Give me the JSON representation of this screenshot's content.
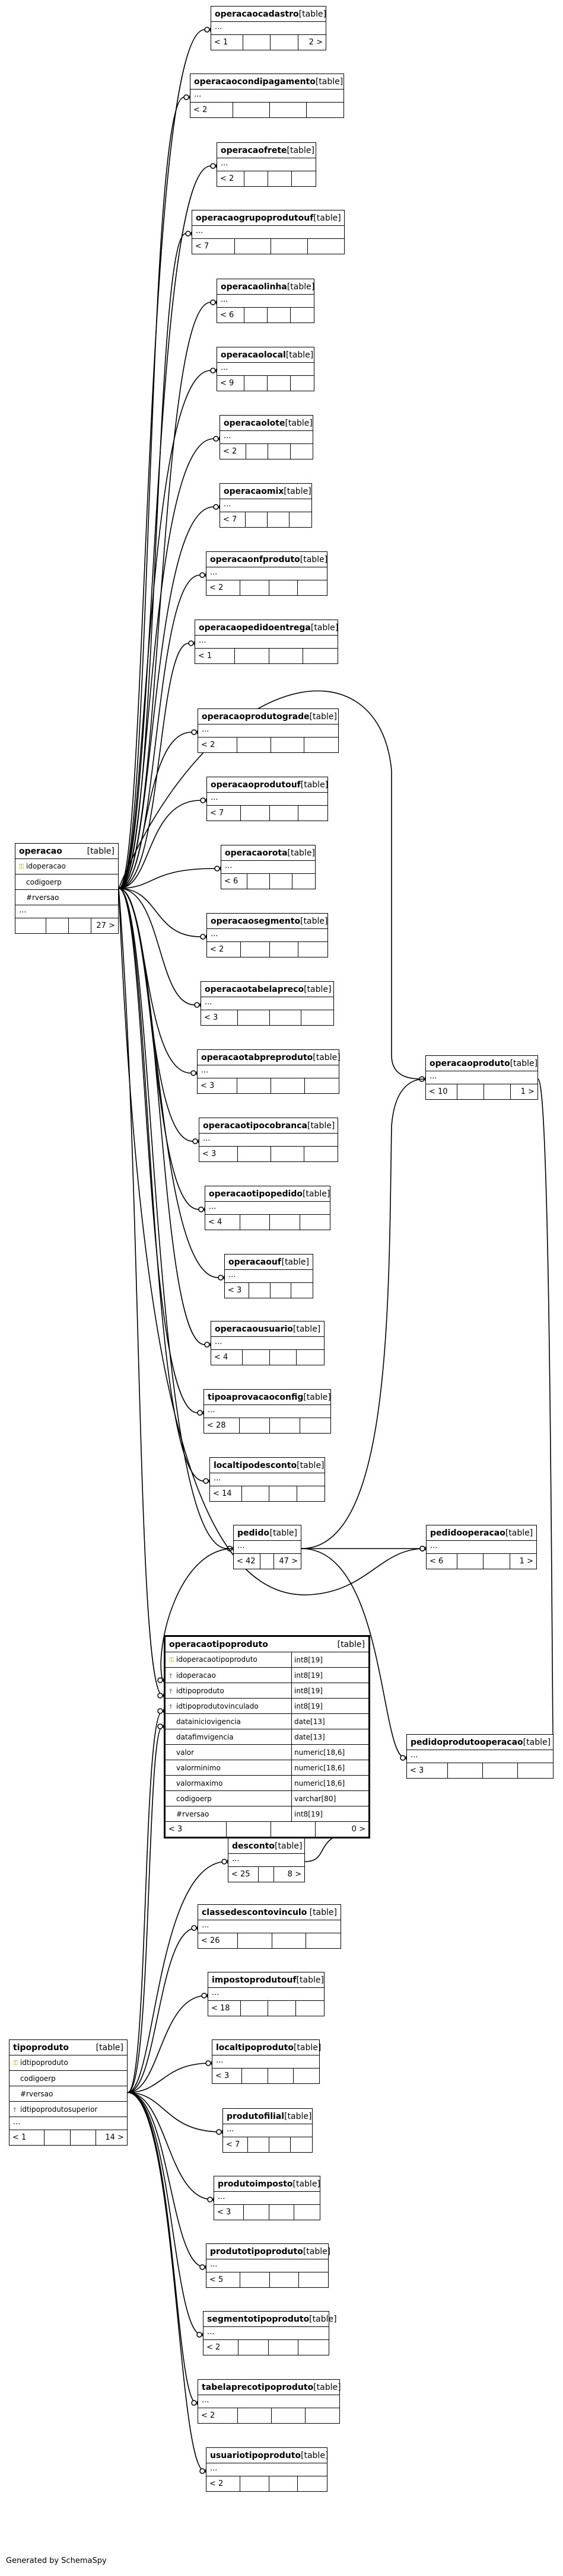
{
  "tables": {
    "operacaocadastro": {
      "name": "operacaocadastro",
      "type": "[table]",
      "dots": "...",
      "footer": [
        "< 1",
        "",
        "",
        "2 >"
      ]
    },
    "operacaocondipagamento": {
      "name": "operacaocondipagamento",
      "type": "[table]",
      "dots": "...",
      "footer": [
        "< 2",
        "",
        "",
        ""
      ]
    },
    "operacaofrete": {
      "name": "operacaofrete",
      "type": "[table]",
      "dots": "...",
      "footer": [
        "< 2",
        "",
        "",
        ""
      ]
    },
    "operacaogrupoprodutouf": {
      "name": "operacaogrupoprodutouf",
      "type": "[table]",
      "dots": "...",
      "footer": [
        "< 7",
        "",
        "",
        ""
      ]
    },
    "operacaolinha": {
      "name": "operacaolinha",
      "type": "[table]",
      "dots": "...",
      "footer": [
        "< 6",
        "",
        "",
        ""
      ]
    },
    "operacaolocal": {
      "name": "operacaolocal",
      "type": "[table]",
      "dots": "...",
      "footer": [
        "< 9",
        "",
        "",
        ""
      ]
    },
    "operacaolote": {
      "name": "operacaolote",
      "type": "[table]",
      "dots": "...",
      "footer": [
        "< 2",
        "",
        "",
        ""
      ]
    },
    "operacaomix": {
      "name": "operacaomix",
      "type": "[table]",
      "dots": "...",
      "footer": [
        "< 7",
        "",
        "",
        ""
      ]
    },
    "operacaonfproduto": {
      "name": "operacaonfproduto",
      "type": "[table]",
      "dots": "...",
      "footer": [
        "< 2",
        "",
        "",
        ""
      ]
    },
    "operacaopedidoentrega": {
      "name": "operacaopedidoentrega",
      "type": "[table]",
      "dots": "...",
      "footer": [
        "< 1",
        "",
        "",
        ""
      ]
    },
    "operacaoprodutograde": {
      "name": "operacaoprodutograde",
      "type": "[table]",
      "dots": "...",
      "footer": [
        "< 2",
        "",
        "",
        ""
      ]
    },
    "operacaoprodutouf": {
      "name": "operacaoprodutouf",
      "type": "[table]",
      "dots": "...",
      "footer": [
        "< 7",
        "",
        "",
        ""
      ]
    },
    "operacaorota": {
      "name": "operacaorota",
      "type": "[table]",
      "dots": "...",
      "footer": [
        "< 6",
        "",
        "",
        ""
      ]
    },
    "operacaosegmento": {
      "name": "operacaosegmento",
      "type": "[table]",
      "dots": "...",
      "footer": [
        "< 2",
        "",
        "",
        ""
      ]
    },
    "operacaotabelapreco": {
      "name": "operacaotabelapreco",
      "type": "[table]",
      "dots": "...",
      "footer": [
        "< 3",
        "",
        "",
        ""
      ]
    },
    "operacaotabpreproduto": {
      "name": "operacaotabpreproduto",
      "type": "[table]",
      "dots": "...",
      "footer": [
        "< 3",
        "",
        "",
        ""
      ]
    },
    "operacaotipocobranca": {
      "name": "operacaotipocobranca",
      "type": "[table]",
      "dots": "...",
      "footer": [
        "< 3",
        "",
        "",
        ""
      ]
    },
    "operacaotipopedido": {
      "name": "operacaotipopedido",
      "type": "[table]",
      "dots": "...",
      "footer": [
        "< 4",
        "",
        "",
        ""
      ]
    },
    "operacaouf": {
      "name": "operacaouf",
      "type": "[table]",
      "dots": "...",
      "footer": [
        "< 3",
        "",
        "",
        ""
      ]
    },
    "operacaousuario": {
      "name": "operacaousuario",
      "type": "[table]",
      "dots": "...",
      "footer": [
        "< 4",
        "",
        "",
        ""
      ]
    },
    "tipoaprovacaoconfig": {
      "name": "tipoaprovacaoconfig",
      "type": "[table]",
      "dots": "...",
      "footer": [
        "< 28",
        "",
        "",
        ""
      ]
    },
    "localtipodesconto": {
      "name": "localtipodesconto",
      "type": "[table]",
      "dots": "...",
      "footer": [
        "< 14",
        "",
        "",
        ""
      ]
    },
    "operacaoproduto": {
      "name": "operacaoproduto",
      "type": "[table]",
      "dots": "...",
      "footer": [
        "< 10",
        "",
        "",
        "1 >"
      ]
    },
    "pedido": {
      "name": "pedido",
      "type": "[table]",
      "dots": "...",
      "footer": [
        "< 42",
        "",
        "47 >"
      ]
    },
    "pedidooperacao": {
      "name": "pedidooperacao",
      "type": "[table]",
      "dots": "...",
      "footer": [
        "< 6",
        "",
        "",
        "1 >"
      ]
    },
    "pedidoprodutooperacao": {
      "name": "pedidoprodutooperacao",
      "type": "[table]",
      "dots": "...",
      "footer": [
        "< 3",
        "",
        "",
        ""
      ]
    },
    "desconto": {
      "name": "desconto",
      "type": "[table]",
      "dots": "...",
      "footer": [
        "< 25",
        "",
        "8 >"
      ]
    },
    "classedescontovinculo": {
      "name": "classedescontovinculo",
      "type": "[table]",
      "dots": "...",
      "footer": [
        "< 26",
        "",
        "",
        ""
      ]
    },
    "impostoprodutouf": {
      "name": "impostoprodutouf",
      "type": "[table]",
      "dots": "...",
      "footer": [
        "< 18",
        "",
        "",
        ""
      ]
    },
    "localtipoproduto": {
      "name": "localtipoproduto",
      "type": "[table]",
      "dots": "...",
      "footer": [
        "< 3",
        "",
        "",
        ""
      ]
    },
    "produtofilial": {
      "name": "produtofilial",
      "type": "[table]",
      "dots": "...",
      "footer": [
        "< 7",
        "",
        "",
        ""
      ]
    },
    "produtoimposto": {
      "name": "produtoimposto",
      "type": "[table]",
      "dots": "...",
      "footer": [
        "< 3",
        "",
        "",
        ""
      ]
    },
    "produtotipoproduto": {
      "name": "produtotipoproduto",
      "type": "[table]",
      "dots": "...",
      "footer": [
        "< 5",
        "",
        "",
        ""
      ]
    },
    "segmentotipoproduto": {
      "name": "segmentotipoproduto",
      "type": "[table]",
      "dots": "...",
      "footer": [
        "< 2",
        "",
        "",
        ""
      ]
    },
    "tabelaprecotipoproduto": {
      "name": "tabelaprecotipoproduto",
      "type": "[table]",
      "dots": "...",
      "footer": [
        "< 2",
        "",
        "",
        ""
      ]
    },
    "usuariotipoproduto": {
      "name": "usuariotipoproduto",
      "type": "[table]",
      "dots": "...",
      "footer": [
        "< 2",
        "",
        "",
        ""
      ]
    }
  },
  "operacao": {
    "name": "operacao",
    "type": "[table]",
    "columns": [
      {
        "key": "pk",
        "name": "idoperacao"
      },
      {
        "key": "",
        "name": "codigoerp"
      },
      {
        "key": "",
        "name": "#rversao"
      }
    ],
    "dots": "...",
    "footer": [
      "",
      "",
      "",
      "27 >"
    ]
  },
  "operacaotipoproduto": {
    "name": "operacaotipoproduto",
    "type": "[table]",
    "columns": [
      {
        "key": "pk",
        "name": "idoperacaotipoproduto",
        "type": "int8[19]"
      },
      {
        "key": "fk",
        "name": "idoperacao",
        "type": "int8[19]"
      },
      {
        "key": "fk",
        "name": "idtipoproduto",
        "type": "int8[19]"
      },
      {
        "key": "fk",
        "name": "idtipoprodutovinculado",
        "type": "int8[19]"
      },
      {
        "key": "",
        "name": "datainiciovigencia",
        "type": "date[13]"
      },
      {
        "key": "",
        "name": "datafimvigencia",
        "type": "date[13]"
      },
      {
        "key": "",
        "name": "valor",
        "type": "numeric[18,6]"
      },
      {
        "key": "",
        "name": "valorminimo",
        "type": "numeric[18,6]"
      },
      {
        "key": "",
        "name": "valormaximo",
        "type": "numeric[18,6]"
      },
      {
        "key": "",
        "name": "codigoerp",
        "type": "varchar[80]"
      },
      {
        "key": "",
        "name": "#rversao",
        "type": "int8[19]"
      }
    ],
    "footer": [
      "< 3",
      "",
      "",
      "0 >"
    ]
  },
  "tipoproduto": {
    "name": "tipoproduto",
    "type": "[table]",
    "columns": [
      {
        "key": "pk",
        "name": "idtipoproduto"
      },
      {
        "key": "",
        "name": "codigoerp"
      },
      {
        "key": "",
        "name": "#rversao"
      },
      {
        "key": "fk",
        "name": "idtipoprodutosuperior"
      }
    ],
    "dots": "...",
    "footer": [
      "< 1",
      "",
      "",
      "14 >"
    ]
  },
  "credit": "Generated by SchemaSpy"
}
